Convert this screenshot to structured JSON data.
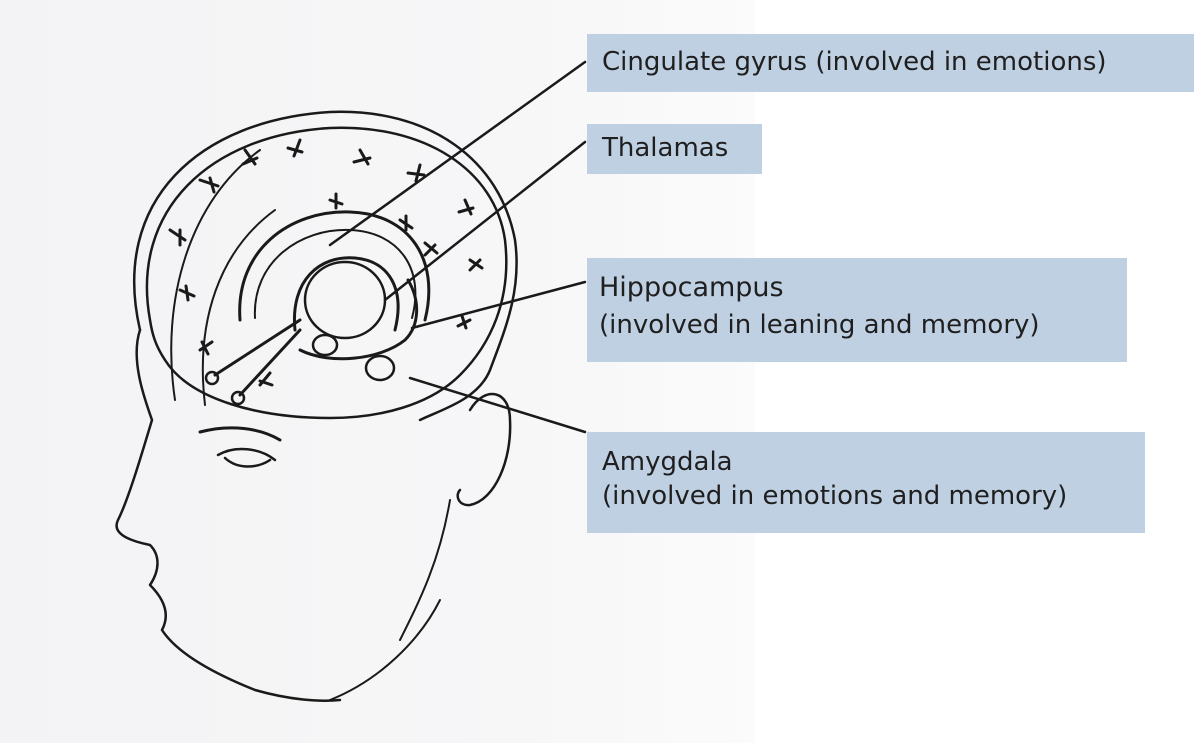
{
  "labels": {
    "cingulate": {
      "text": "Cingulate gyrus  (involved in emotions)"
    },
    "thalamus": {
      "text": "Thalamas"
    },
    "hippocampus": {
      "title": "Hippocampus",
      "note": " (involved in leaning and memory)"
    },
    "amygdala": {
      "title": "Amygdala",
      "note": "(involved in emotions and memory)"
    }
  },
  "colors": {
    "label_fill": "#bfd0e3",
    "ink": "#1a1a1a",
    "sketch_bg": "#f5f5f7"
  }
}
